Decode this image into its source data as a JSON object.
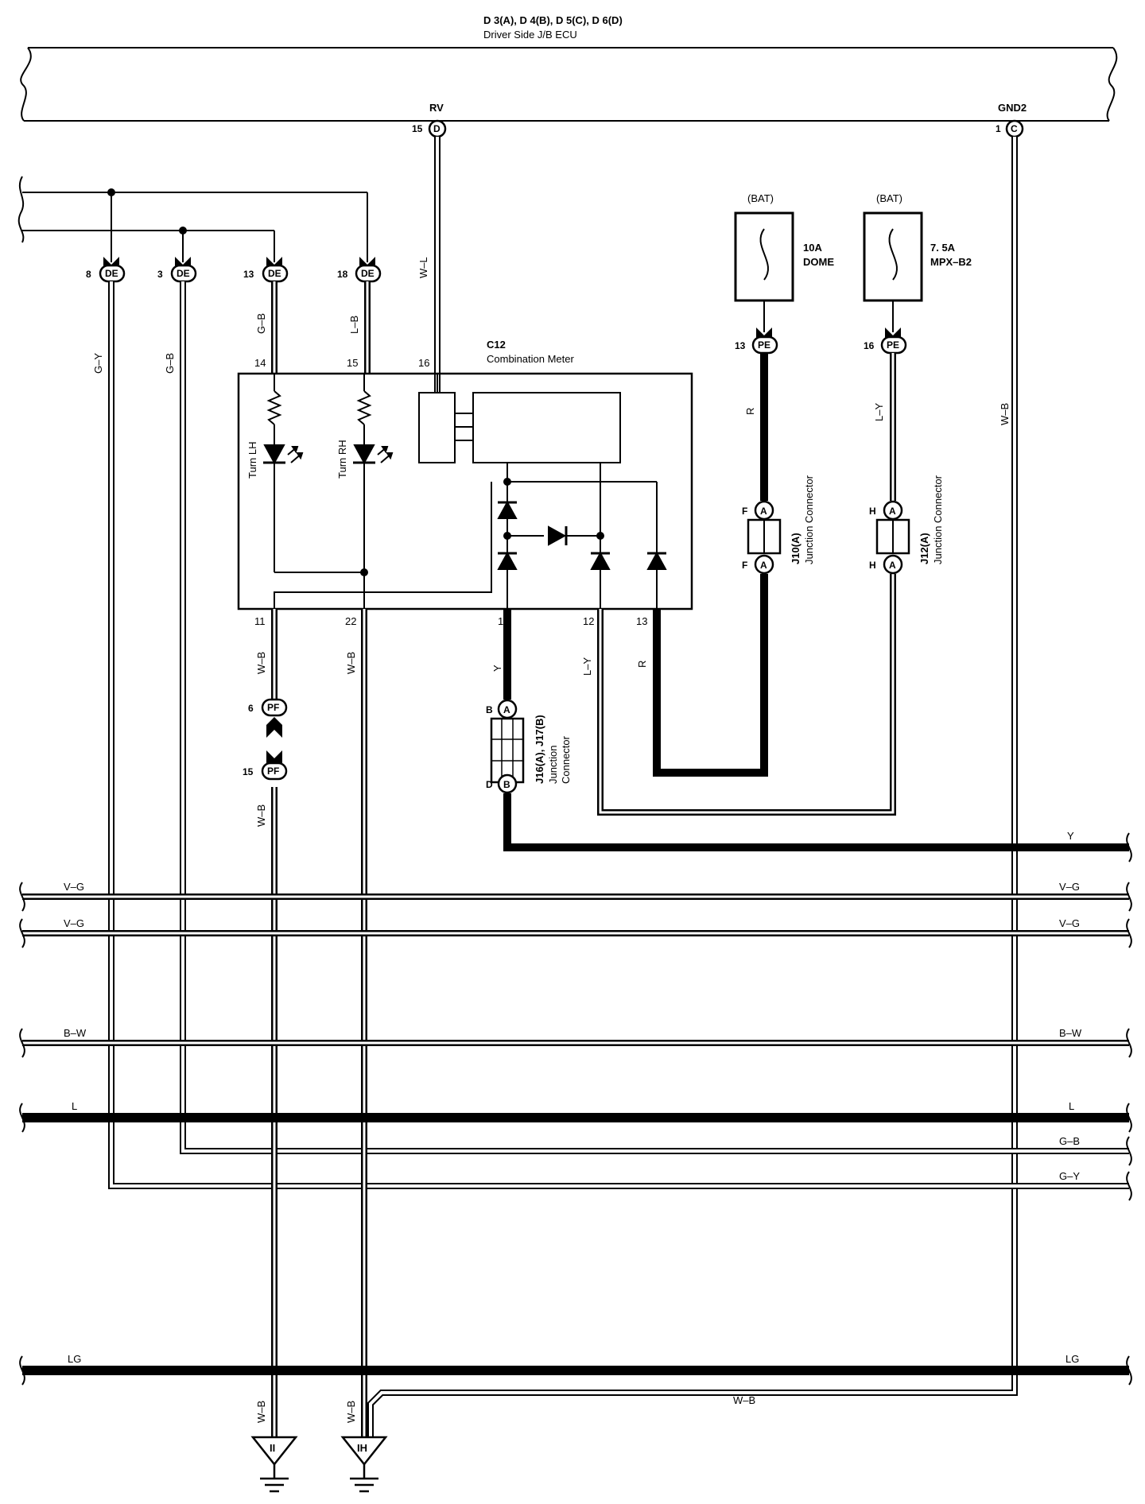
{
  "ecu": {
    "title": "D 3(A), D 4(B), D 5(C), D 6(D)",
    "name": "Driver Side J/B ECU",
    "rv_label": "RV",
    "gnd_label": "GND2",
    "rv_pin": "15",
    "rv_conn": "D",
    "gnd_pin": "1",
    "gnd_conn": "C"
  },
  "de_connectors": [
    {
      "pin": "8",
      "code": "DE",
      "wire": "G–Y"
    },
    {
      "pin": "3",
      "code": "DE",
      "wire": "G–B"
    },
    {
      "pin": "13",
      "code": "DE",
      "wire": "G–B"
    },
    {
      "pin": "18",
      "code": "DE",
      "wire": "L–B"
    }
  ],
  "rv_wire": "W–L",
  "gnd_wire": "W–B",
  "meter": {
    "code": "C12",
    "name": "Combination Meter",
    "pin_14": "14",
    "pin_15": "15",
    "pin_16": "16",
    "pin_11": "11",
    "pin_22": "22",
    "pin_1": "1",
    "pin_12": "12",
    "pin_13": "13",
    "turn_lh": "Turn LH",
    "turn_rh": "Turn RH"
  },
  "fuses": [
    {
      "source": "(BAT)",
      "rating": "10A",
      "name": "DOME",
      "pin": "13",
      "conn": "PE",
      "wire": "R"
    },
    {
      "source": "(BAT)",
      "rating": "7. 5A",
      "name": "MPX–B2",
      "pin": "16",
      "conn": "PE",
      "wire": "L–Y"
    }
  ],
  "junctions": {
    "j10": {
      "code": "J10(A)",
      "name": "Junction Connector",
      "top": "F",
      "bottom": "F",
      "ring": "A"
    },
    "j12": {
      "code": "J12(A)",
      "name": "Junction Connector",
      "top": "H",
      "bottom": "H",
      "ring": "A"
    },
    "j16": {
      "code": "J16(A), J17(B)",
      "name1": "Junction",
      "name2": "Connector",
      "top": "B",
      "bottom": "D",
      "ring_top": "A",
      "ring_bottom": "B"
    }
  },
  "lower_wires": {
    "w11": "W–B",
    "w22": "W–B",
    "w1": "Y",
    "w12": "L–Y",
    "w13": "R",
    "pf_top_pin": "6",
    "pf_bottom_pin": "15",
    "pf_code": "PF",
    "pf_wire": "W–B"
  },
  "bus_left": [
    "V–G",
    "V–G",
    "B–W",
    "L",
    "LG"
  ],
  "bus_right": [
    "Y",
    "V–G",
    "V–G",
    "B–W",
    "L",
    "G–B",
    "G–Y",
    "LG"
  ],
  "ground_wire": "W–B",
  "grounds": [
    {
      "label": "II",
      "wire": "W–B"
    },
    {
      "label": "IH",
      "wire": "W–B"
    }
  ]
}
